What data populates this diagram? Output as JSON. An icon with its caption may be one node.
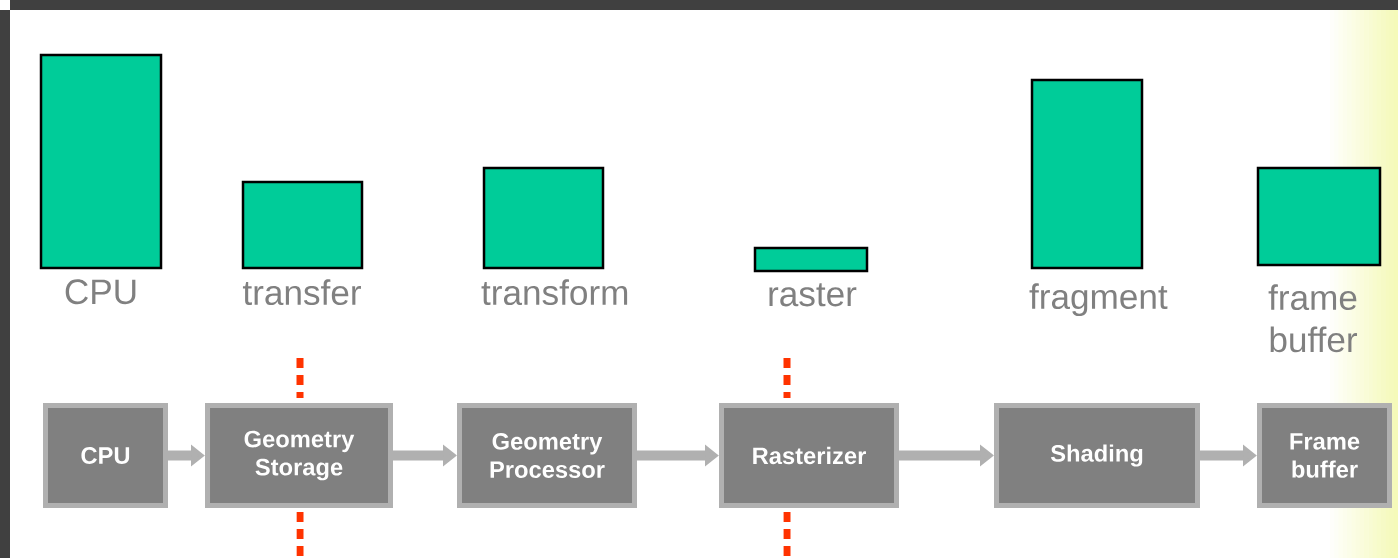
{
  "diagram": {
    "nodes": [
      {
        "text": [
          "CPU"
        ]
      },
      {
        "text": [
          "transfer"
        ]
      },
      {
        "text": [
          "transform"
        ]
      },
      {
        "text": [
          "raster"
        ]
      },
      {
        "text": [
          "fragment"
        ]
      },
      {
        "text": [
          "frame buffer"
        ]
      },
      {
        "text": [
          "CPU"
        ]
      },
      {
        "text": [
          "Geometry Storage"
        ]
      },
      {
        "text": [
          "Geometry Processor"
        ]
      },
      {
        "text": [
          "Rasterizer"
        ]
      },
      {
        "text": [
          "Shading"
        ]
      },
      {
        "text": [
          "Frame buffer"
        ]
      }
    ],
    "edges": [
      {
        "from": 6,
        "to": 7,
        "arrow": "to"
      },
      {
        "from": 7,
        "to": 8,
        "arrow": "to"
      },
      {
        "from": 8,
        "to": 9,
        "arrow": "to"
      },
      {
        "from": 9,
        "to": 10,
        "arrow": "to"
      },
      {
        "from": 10,
        "to": 11,
        "arrow": "to"
      }
    ]
  }
}
